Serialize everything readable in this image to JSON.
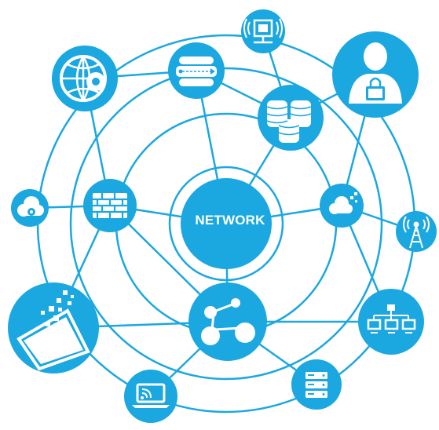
{
  "center": {
    "label": "NETWORK"
  },
  "colors": {
    "accent": "#1ba7e0",
    "background": "#ffffff",
    "icon": "#ffffff"
  },
  "nodes": [
    {
      "id": "network-hub",
      "icon": ""
    },
    {
      "id": "globe",
      "icon": "globe-gear-icon"
    },
    {
      "id": "server-rack",
      "icon": "server-rack-icon"
    },
    {
      "id": "monitor-wifi",
      "icon": "wifi-monitor-icon"
    },
    {
      "id": "security-user",
      "icon": "user-lock-icon"
    },
    {
      "id": "database",
      "icon": "database-icon"
    },
    {
      "id": "cloud-settings",
      "icon": "cloud-gear-icon"
    },
    {
      "id": "firewall",
      "icon": "brick-wall-icon"
    },
    {
      "id": "cloud-pixels",
      "icon": "cloud-data-icon"
    },
    {
      "id": "antenna",
      "icon": "antenna-tower-icon"
    },
    {
      "id": "tablet-pixels",
      "icon": "tablet-pixels-icon"
    },
    {
      "id": "molecule",
      "icon": "molecule-network-icon"
    },
    {
      "id": "org-computers",
      "icon": "network-computers-icon"
    },
    {
      "id": "laptop-cast",
      "icon": "laptop-cast-icon"
    },
    {
      "id": "server-list",
      "icon": "server-stack-icon"
    }
  ]
}
